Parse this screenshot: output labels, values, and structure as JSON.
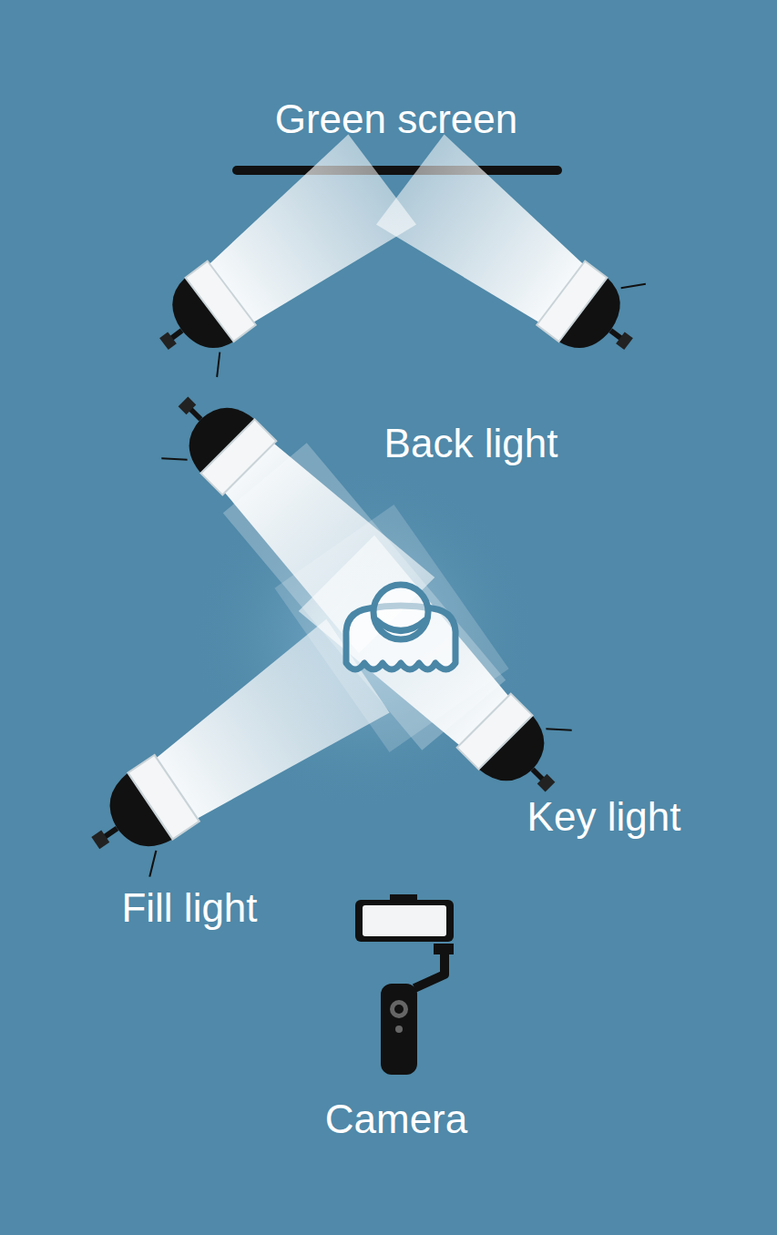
{
  "diagram": {
    "labels": [
      "Green screen",
      "Back light",
      "Key light",
      "Fill light",
      "Camera"
    ]
  }
}
